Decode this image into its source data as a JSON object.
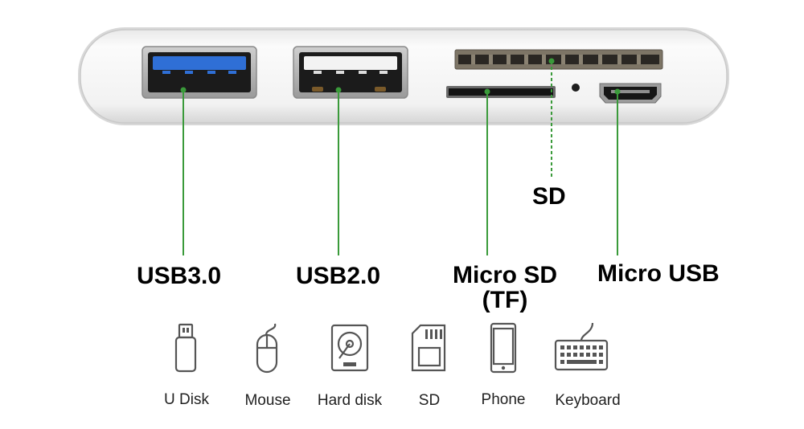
{
  "ports": {
    "usb3": {
      "label": "USB3.0"
    },
    "usb2": {
      "label": "USB2.0"
    },
    "sd": {
      "label": "SD"
    },
    "micro_sd": {
      "label_line1": "Micro SD",
      "label_line2": "(TF)"
    },
    "micro_usb": {
      "label": "Micro USB"
    }
  },
  "devices": [
    {
      "label": "U Disk",
      "icon": "usb-drive-icon"
    },
    {
      "label": "Mouse",
      "icon": "mouse-icon"
    },
    {
      "label": "Hard disk",
      "icon": "hard-disk-icon"
    },
    {
      "label": "SD",
      "icon": "sd-card-icon"
    },
    {
      "label": "Phone",
      "icon": "phone-icon"
    },
    {
      "label": "Keyboard",
      "icon": "keyboard-icon"
    }
  ],
  "colors": {
    "callout_line": "#3a9a3a",
    "usb3_blue": "#2f6fd6",
    "hub_body": "#f4f4f4",
    "hub_rim": "#cfcfcf",
    "icon_stroke": "#555555"
  }
}
